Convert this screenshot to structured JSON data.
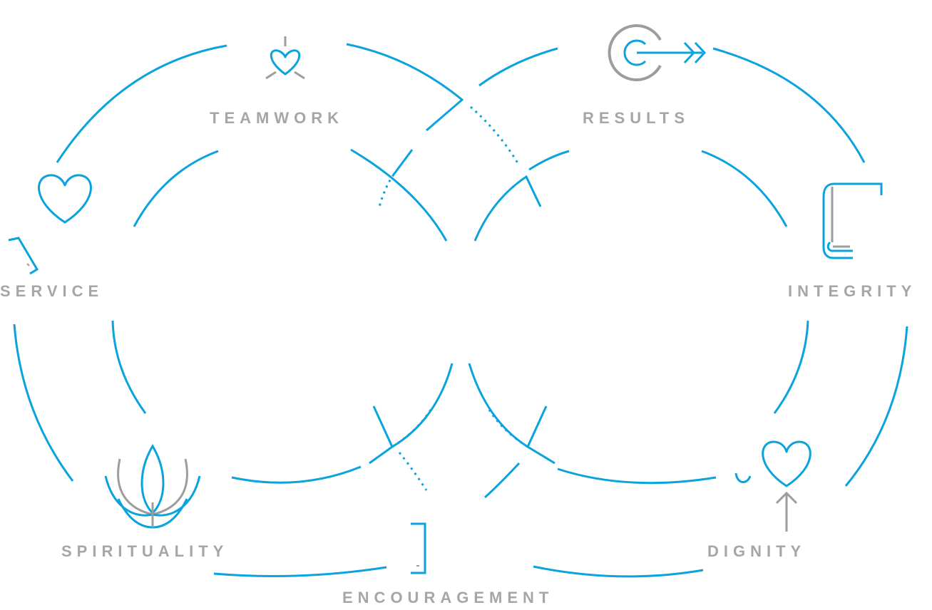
{
  "values": {
    "teamwork": "TEAMWORK",
    "results": "RESULTS",
    "service": "SERVICE",
    "integrity": "INTEGRITY",
    "spirituality": "SPIRITUALITY",
    "dignity": "DIGNITY",
    "encouragement": "ENCOURAGEMENT"
  },
  "icons": {
    "teamwork": "heart-with-rays-icon",
    "results": "target-with-arrow-icon",
    "service": "heart-icon",
    "integrity": "scroll-icon",
    "spirituality": "lotus-icon",
    "dignity": "heart-with-arrow-icon",
    "encouragement": "bracket-icon"
  },
  "colors": {
    "line": "#0aa3de",
    "label": "#a6a6a6",
    "icon_gray": "#9d9d9d"
  }
}
